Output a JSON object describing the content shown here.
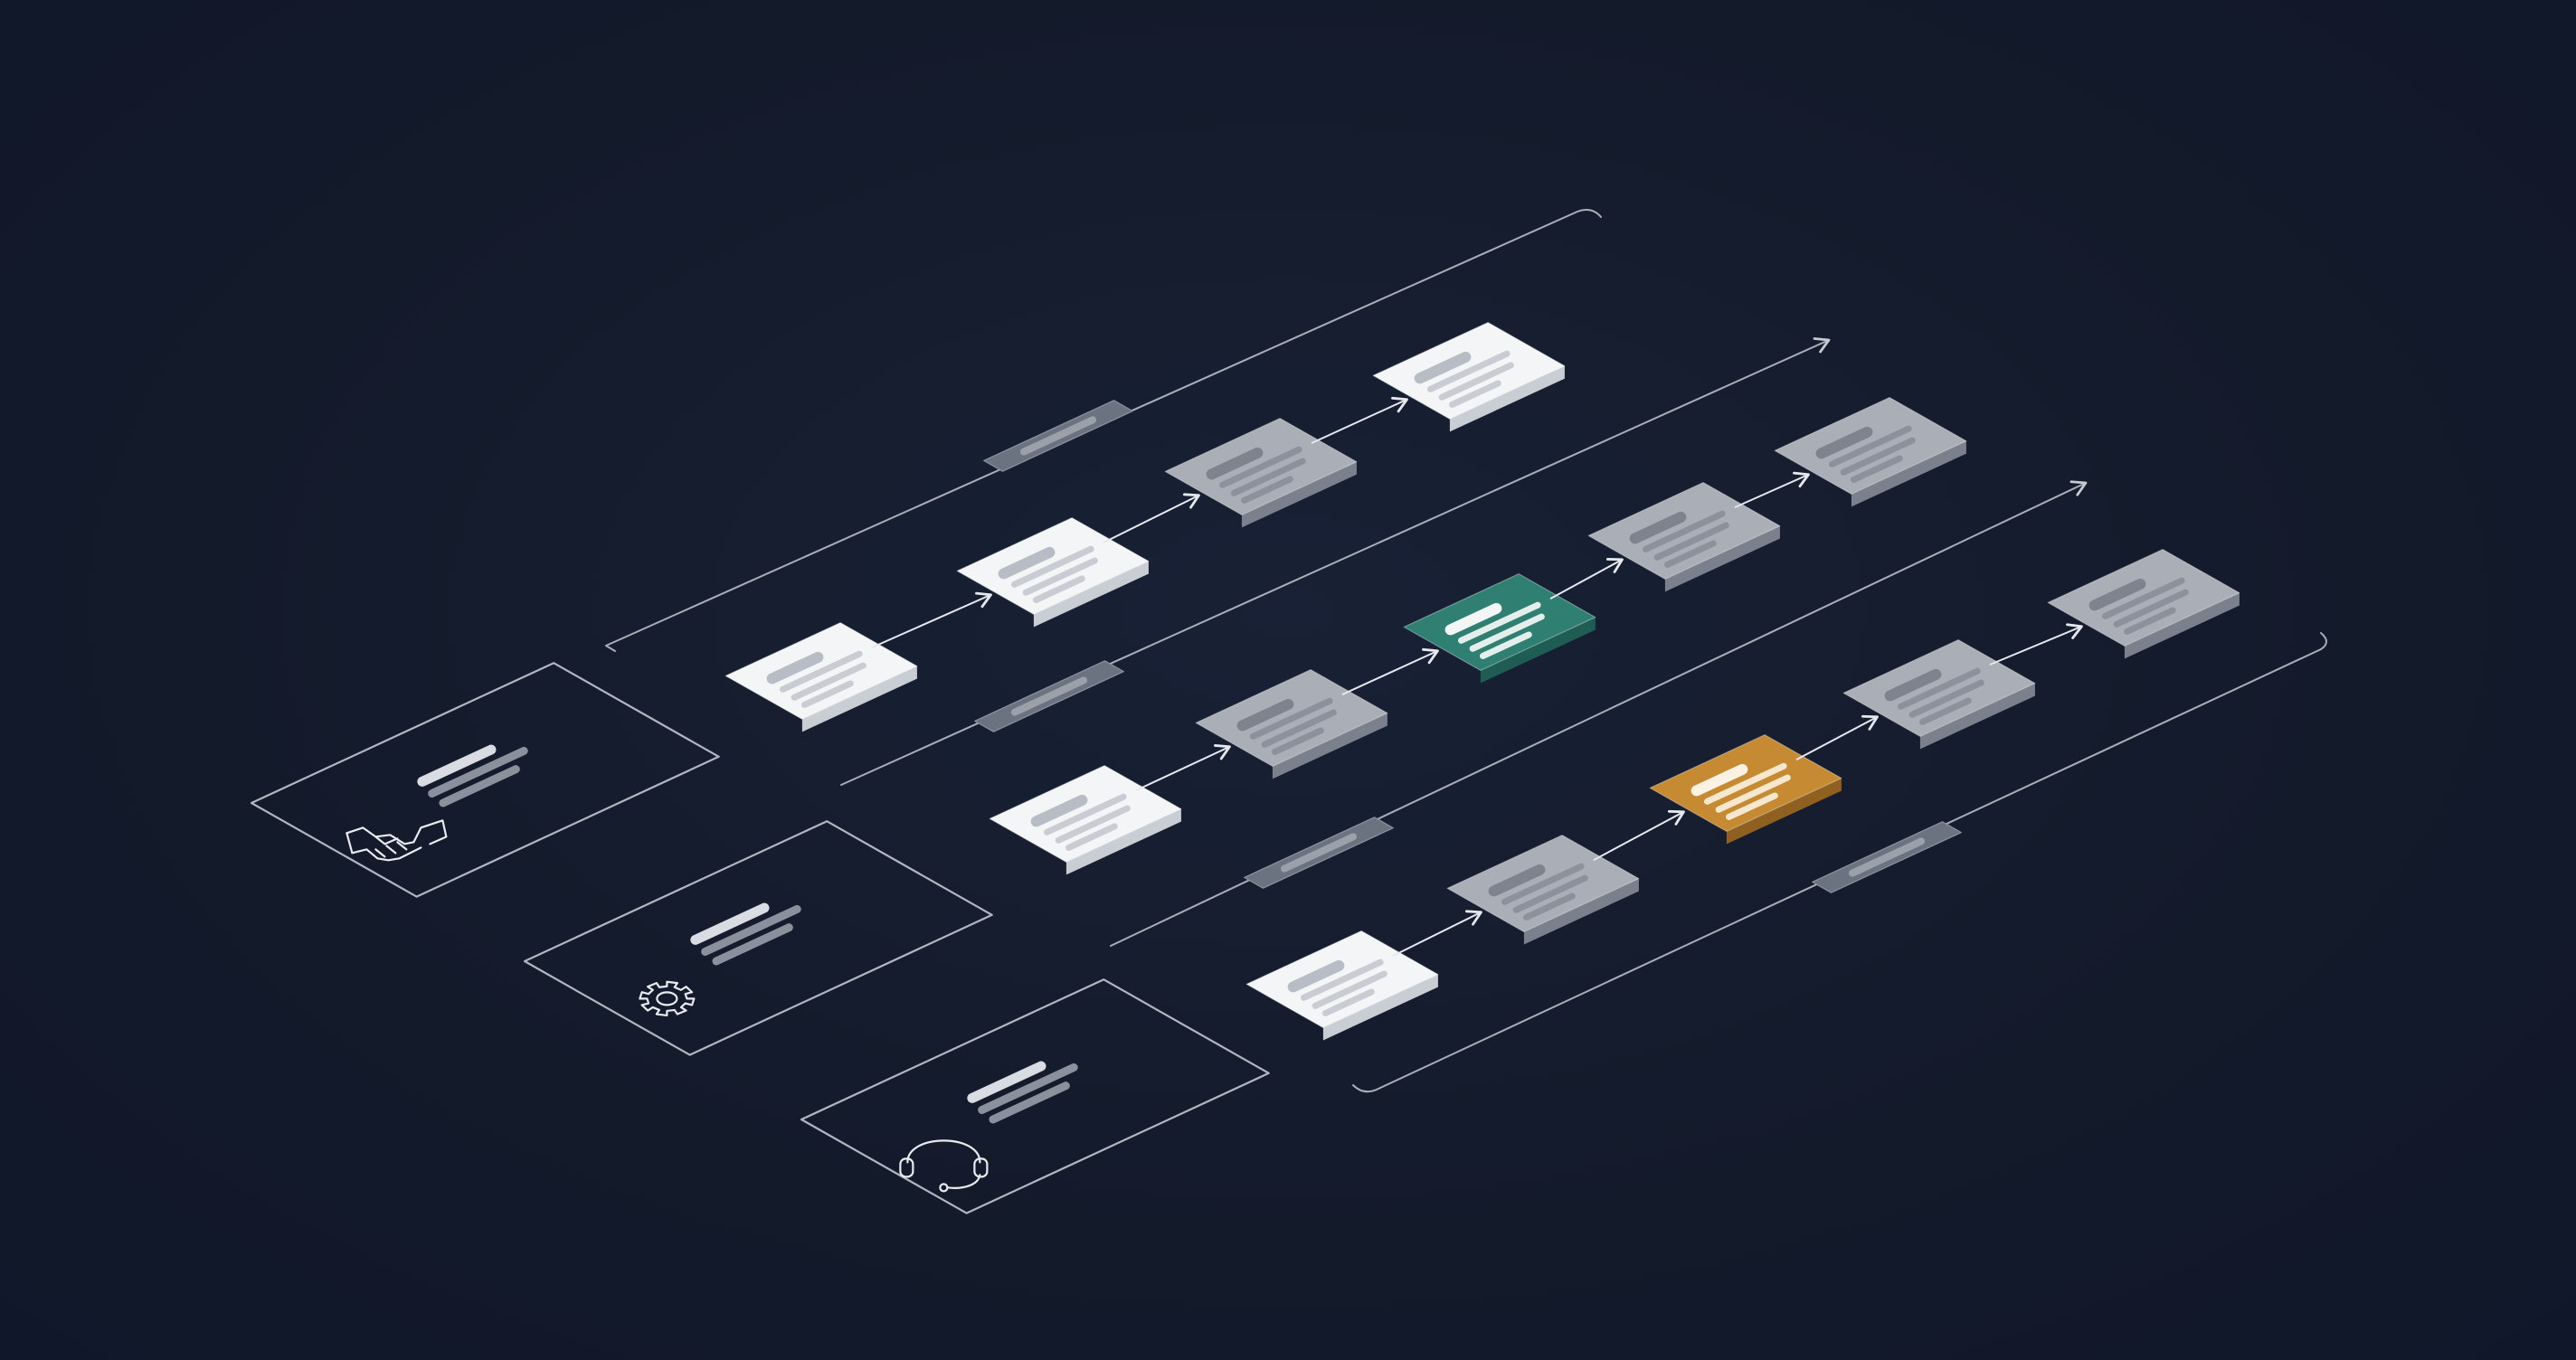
{
  "palette": {
    "background": "#141b2c",
    "outline": "#c3c8d0",
    "card_white": "#f4f5f7",
    "card_gray": "#a9aeb7",
    "card_teal": "#2f7f73",
    "card_orange": "#c58a32",
    "label_pill": "#6b7280"
  },
  "lanes": [
    {
      "icon": "handshake-icon",
      "cards": [
        "white",
        "white",
        "gray",
        "white"
      ]
    },
    {
      "icon": "gear-icon",
      "cards": [
        "white",
        "gray",
        "teal",
        "gray",
        "gray"
      ]
    },
    {
      "icon": "headset-icon",
      "cards": [
        "white",
        "gray",
        "orange",
        "gray",
        "gray"
      ]
    }
  ]
}
